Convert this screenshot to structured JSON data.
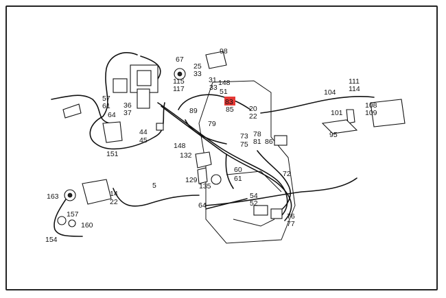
{
  "diagram": {
    "highlight_color": "#e53935",
    "labels": [
      {
        "id": "l98",
        "text": "98"
      },
      {
        "id": "l67",
        "text": "67"
      },
      {
        "id": "l25",
        "text": "25"
      },
      {
        "id": "l33a",
        "text": "33"
      },
      {
        "id": "l115",
        "text": "115"
      },
      {
        "id": "l117",
        "text": "117"
      },
      {
        "id": "l31",
        "text": "31"
      },
      {
        "id": "l148a",
        "text": "148"
      },
      {
        "id": "l33b",
        "text": "33"
      },
      {
        "id": "l51",
        "text": "51"
      },
      {
        "id": "l83",
        "text": "83",
        "highlight": true
      },
      {
        "id": "l85",
        "text": "85"
      },
      {
        "id": "l20",
        "text": "20"
      },
      {
        "id": "l22a",
        "text": "22"
      },
      {
        "id": "l111",
        "text": "111"
      },
      {
        "id": "l114",
        "text": "114"
      },
      {
        "id": "l104",
        "text": "104"
      },
      {
        "id": "l108",
        "text": "108"
      },
      {
        "id": "l109",
        "text": "109"
      },
      {
        "id": "l101",
        "text": "101"
      },
      {
        "id": "l95",
        "text": "95"
      },
      {
        "id": "l57",
        "text": "57"
      },
      {
        "id": "l61a",
        "text": "61"
      },
      {
        "id": "l36",
        "text": "36"
      },
      {
        "id": "l64a",
        "text": "64"
      },
      {
        "id": "l37",
        "text": "37"
      },
      {
        "id": "l89",
        "text": "89"
      },
      {
        "id": "l79",
        "text": "79"
      },
      {
        "id": "l44",
        "text": "44"
      },
      {
        "id": "l45",
        "text": "45"
      },
      {
        "id": "l73",
        "text": "73"
      },
      {
        "id": "l75",
        "text": "75"
      },
      {
        "id": "l78",
        "text": "78"
      },
      {
        "id": "l81",
        "text": "81"
      },
      {
        "id": "l86",
        "text": "86"
      },
      {
        "id": "l148b",
        "text": "148"
      },
      {
        "id": "l151",
        "text": "151"
      },
      {
        "id": "l132",
        "text": "132"
      },
      {
        "id": "l60",
        "text": "60"
      },
      {
        "id": "l61b",
        "text": "61"
      },
      {
        "id": "l72",
        "text": "72"
      },
      {
        "id": "l129",
        "text": "129"
      },
      {
        "id": "l135",
        "text": "135"
      },
      {
        "id": "l5",
        "text": "5"
      },
      {
        "id": "l14",
        "text": "14"
      },
      {
        "id": "l22b",
        "text": "22"
      },
      {
        "id": "l163",
        "text": "163"
      },
      {
        "id": "l64b",
        "text": "64"
      },
      {
        "id": "l54",
        "text": "54"
      },
      {
        "id": "l52",
        "text": "52"
      },
      {
        "id": "l157",
        "text": "157"
      },
      {
        "id": "l160",
        "text": "160"
      },
      {
        "id": "l76",
        "text": "76"
      },
      {
        "id": "l77",
        "text": "77"
      },
      {
        "id": "l154",
        "text": "154"
      }
    ]
  }
}
